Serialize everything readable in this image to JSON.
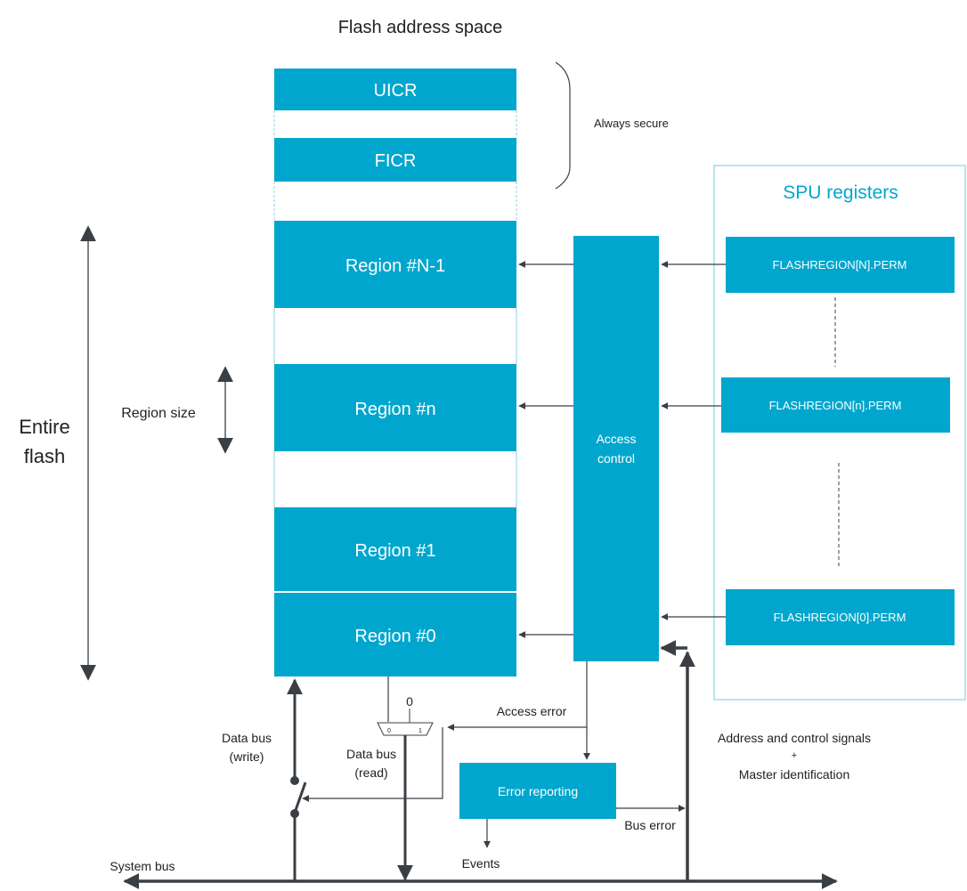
{
  "title": "Flash address space",
  "colors": {
    "block": "#00a6cd",
    "line": "#3a3f44",
    "text_on_block": "#ffffff",
    "spu_title": "#00a6cd"
  },
  "flash": {
    "uicr": "UICR",
    "ficr": "FICR",
    "always_secure": "Always secure",
    "regions": [
      "Region #N-1",
      "Region #n",
      "Region #1",
      "Region #0"
    ],
    "entire_flash": [
      "Entire",
      "flash"
    ],
    "region_size": "Region size"
  },
  "spu": {
    "title": "SPU registers",
    "registers": [
      "FLASHREGION[N].PERM",
      "FLASHREGION[n].PERM",
      "FLASHREGION[0].PERM"
    ]
  },
  "access_control": [
    "Access",
    "control"
  ],
  "error_reporting": "Error reporting",
  "mux": {
    "const_in": "0",
    "in0": "0",
    "in1": "1"
  },
  "labels": {
    "access_error": "Access error",
    "data_bus_write": [
      "Data bus",
      "(write)"
    ],
    "data_bus_read": [
      "Data bus",
      "(read)"
    ],
    "address_control": [
      "Address and control signals",
      "+",
      "Master identification"
    ],
    "bus_error": "Bus error",
    "events": "Events",
    "system_bus": "System bus"
  }
}
